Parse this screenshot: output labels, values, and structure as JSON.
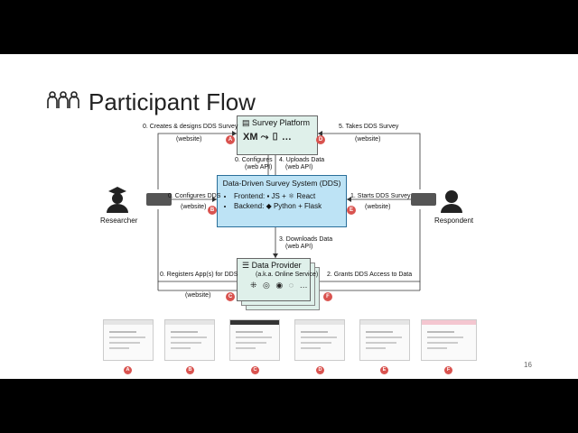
{
  "slide": {
    "title": "Participant Flow",
    "page_number": "16"
  },
  "nodes": {
    "survey_platform": {
      "title": "Survey Platform",
      "logos": "XM",
      "more": "…"
    },
    "dds": {
      "title": "Data-Driven Survey System (DDS)",
      "frontend": "Frontend: ▪ JS + ⚛ React",
      "backend": "Backend: ◆ Python + Flask"
    },
    "data_provider": {
      "title": "Data Provider",
      "subtitle": "(a.k.a. Online Service)",
      "logos": "⁜ ◎ ◉ ◌ …"
    },
    "researcher": "Researcher",
    "respondent": "Respondent"
  },
  "edges": {
    "e0_creates": "0. Creates & designs DDS Survey",
    "e0_creates_via": "(website)",
    "e5_takes": "5. Takes DDS Survey",
    "e5_takes_via": "(website)",
    "e0_configures_platform": "0. Configures",
    "e0_configures_platform_via": "(web API)",
    "e4_uploads": "4. Uploads Data",
    "e4_uploads_via": "(web API)",
    "e0_configures_dds": "0. Configures DDS",
    "e0_configures_dds_via": "(website)",
    "e1_starts": "1. Starts DDS Survey",
    "e1_starts_via": "(website)",
    "e3_downloads": "3. Downloads Data",
    "e3_downloads_via": "(web API)",
    "e0_registers": "0. Registers App(s) for DDS",
    "e0_registers_via": "(website)",
    "e2_grants": "2. Grants DDS Access to Data"
  },
  "badges": {
    "a": "A",
    "b": "B",
    "c": "C",
    "d": "D",
    "e": "E",
    "f": "F"
  },
  "thumbnails": [
    "A",
    "B",
    "C",
    "D",
    "E",
    "F"
  ],
  "colors": {
    "badge": "#d9534f",
    "dds_fill": "#bde3f5",
    "node_fill": "#dff0ea"
  }
}
